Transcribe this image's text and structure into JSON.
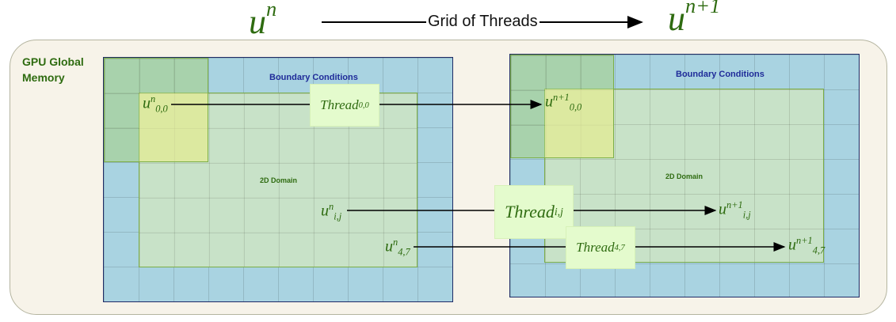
{
  "header": {
    "left_base": "u",
    "left_sup": "n",
    "right_base": "u",
    "right_sup": "n+1",
    "title": "Grid of Threads"
  },
  "memory": {
    "label_line1": "GPU Global",
    "label_line2": "Memory"
  },
  "left_grid": {
    "boundary_label": "Boundary Conditions",
    "domain_label": "2D Domain"
  },
  "right_grid": {
    "boundary_label": "Boundary Conditions",
    "domain_label": "2D Domain"
  },
  "points_left": [
    {
      "base": "u",
      "sup": "n",
      "sub": "0,0"
    },
    {
      "base": "u",
      "sup": "n",
      "sub": "i,j"
    },
    {
      "base": "u",
      "sup": "n",
      "sub": "4,7"
    }
  ],
  "points_right": [
    {
      "base": "u",
      "sup": "n+1",
      "sub": "0,0"
    },
    {
      "base": "u",
      "sup": "n+1",
      "sub": "i,j"
    },
    {
      "base": "u",
      "sup": "n+1",
      "sub": "4,7"
    }
  ],
  "threads": [
    {
      "base": "Thread",
      "sub": "0,0"
    },
    {
      "base": "Thread",
      "sub": "i,j"
    },
    {
      "base": "Thread",
      "sub": "4,7"
    }
  ],
  "colors": {
    "boundary": "#a9d3e1",
    "domain": "#cee4c3",
    "block": "#a8d282",
    "thread_box": "#e4fbcd",
    "math_text": "#2e6b10",
    "grid_border": "#1f2b66"
  }
}
